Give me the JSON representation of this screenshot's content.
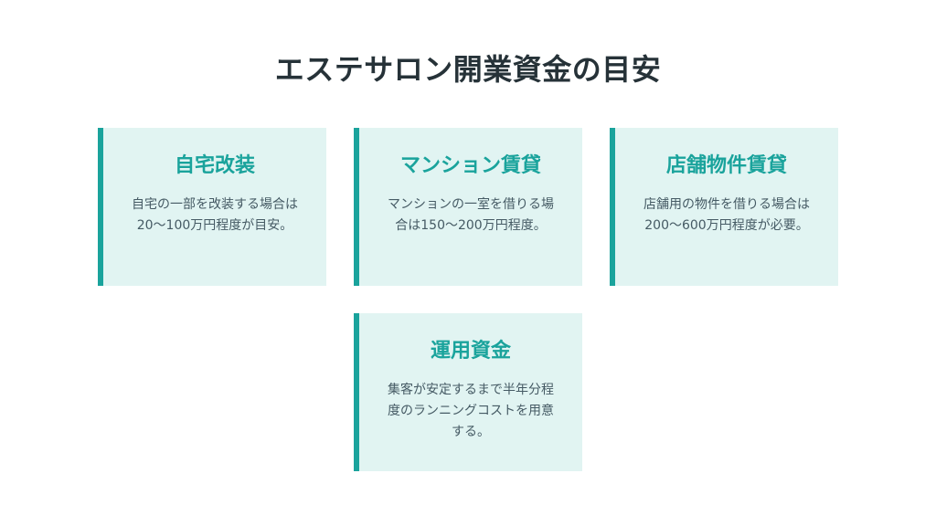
{
  "title": "エステサロン開業資金の目安",
  "cards": [
    {
      "heading": "自宅改装",
      "description": "自宅の一部を改装する場合は20〜100万円程度が目安。"
    },
    {
      "heading": "マンション賃貸",
      "description": "マンションの一室を借りる場合は150〜200万円程度。"
    },
    {
      "heading": "店舗物件賃貸",
      "description": "店舗用の物件を借りる場合は200〜600万円程度が必要。"
    },
    {
      "heading": "運用資金",
      "description": "集客が安定するまで半年分程度のランニングコストを用意する。"
    }
  ],
  "colors": {
    "accent": "#1aa39c",
    "card_background": "#e1f4f2",
    "title_text": "#263238",
    "body_text": "#455a64"
  }
}
